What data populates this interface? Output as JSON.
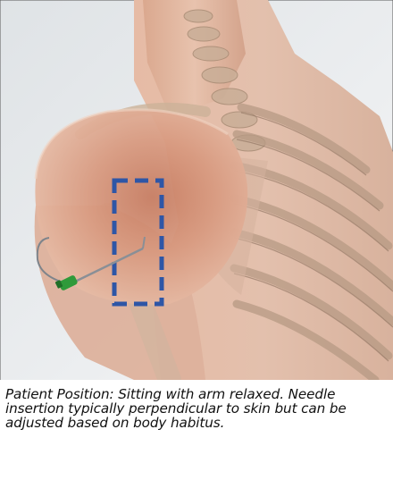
{
  "illustration": {
    "subject": "shoulder-anatomy-image",
    "needle_icon": "needle-icon",
    "target_zone_icon": "dashed-rectangle-icon",
    "colors": {
      "background": "#ffffff",
      "skin": "#e2b39d",
      "shadow": "#c47a5e",
      "bone": "#d8c4b0",
      "target_border": "#2e56a6",
      "needle_hub": "#2f9a3a",
      "needle_shaft": "#8a8f96",
      "caption_text": "#111111"
    }
  },
  "caption": {
    "line1": "Patient Position: Sitting with arm relaxed. Needle",
    "line2": "insertion typically perpendicular to skin but can be",
    "line3": "adjusted based on body habitus."
  }
}
